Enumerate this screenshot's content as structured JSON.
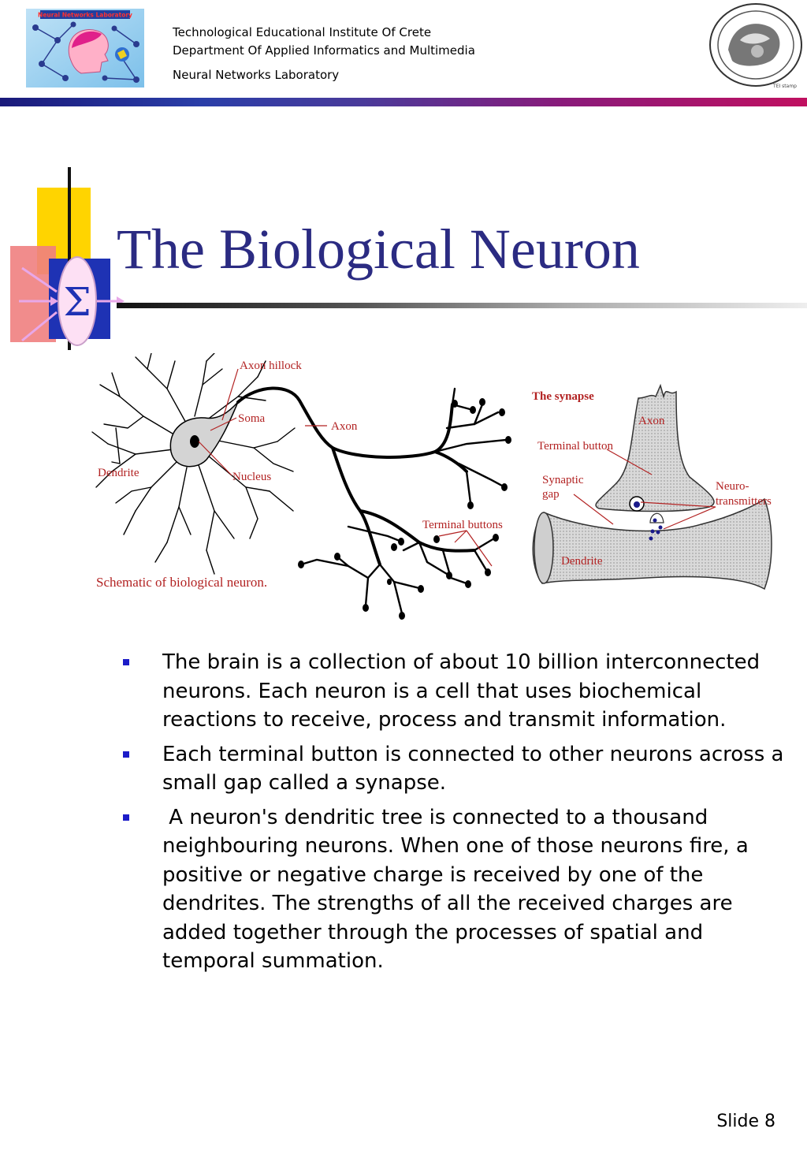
{
  "header": {
    "logo_text": "Neural Networks Laboratory",
    "line1": "Technological Educational Institute Of Crete",
    "line2": "Department Of Applied Informatics and Multimedia",
    "line3": "Neural Networks Laboratory",
    "seal_text": "TEI stamp"
  },
  "title": "The Biological Neuron",
  "deco_symbol": "Σ",
  "neuron_figure": {
    "labels": {
      "axon_hillock": "Axon hillock",
      "soma": "Soma",
      "axon": "Axon",
      "dendrite": "Dendrite",
      "nucleus": "Nucleus",
      "terminal_buttons": "Terminal buttons",
      "caption": "Schematic of biological neuron."
    }
  },
  "synapse_figure": {
    "labels": {
      "title": "The synapse",
      "axon": "Axon",
      "terminal_button": "Terminal button",
      "synaptic_1": "Synaptic",
      "synaptic_2": "gap",
      "neuro_1": "Neuro-",
      "neuro_2": "transmitters",
      "dendrite": "Dendrite"
    }
  },
  "bullets": [
    "The brain is a collection of about 10 billion interconnected neurons. Each neuron is a cell that uses biochemical reactions to receive, process and transmit information.",
    "Each terminal button is connected to other neurons across a small gap called a synapse.",
    " A neuron's dendritic tree is connected to a thousand neighbouring neurons. When one of those neurons fire, a positive or negative charge is received by one of the dendrites. The strengths of all the received charges are added together through the processes of spatial and temporal summation."
  ],
  "slide_number": "Slide 8",
  "colors": {
    "title": "#2b2b82",
    "bullet": "#1c1cc8",
    "label": "#b22222"
  }
}
